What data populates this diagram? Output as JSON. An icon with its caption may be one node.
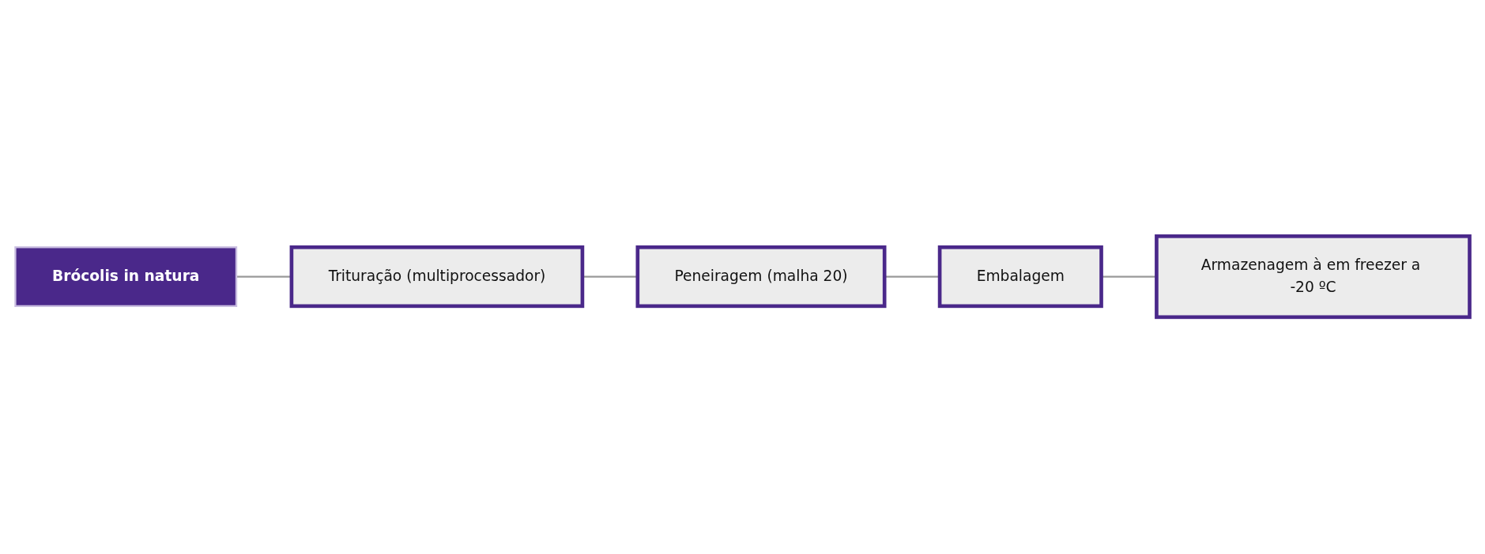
{
  "diagram": {
    "nodes": [
      {
        "text": [
          "Brócolis in natura"
        ]
      },
      {
        "text": [
          "Trituração (multiprocessador)"
        ]
      },
      {
        "text": [
          "Peneiragem (malha 20)"
        ]
      },
      {
        "text": [
          "Embalagem"
        ]
      },
      {
        "text": [
          "Armazenagem à em freezer a -20 ºC"
        ]
      }
    ],
    "edges": [
      {
        "from": 0,
        "to": 1,
        "arrow": "none"
      },
      {
        "from": 1,
        "to": 2,
        "arrow": "none"
      },
      {
        "from": 2,
        "to": 3,
        "arrow": "none"
      },
      {
        "from": 3,
        "to": 4,
        "arrow": "none"
      }
    ]
  }
}
